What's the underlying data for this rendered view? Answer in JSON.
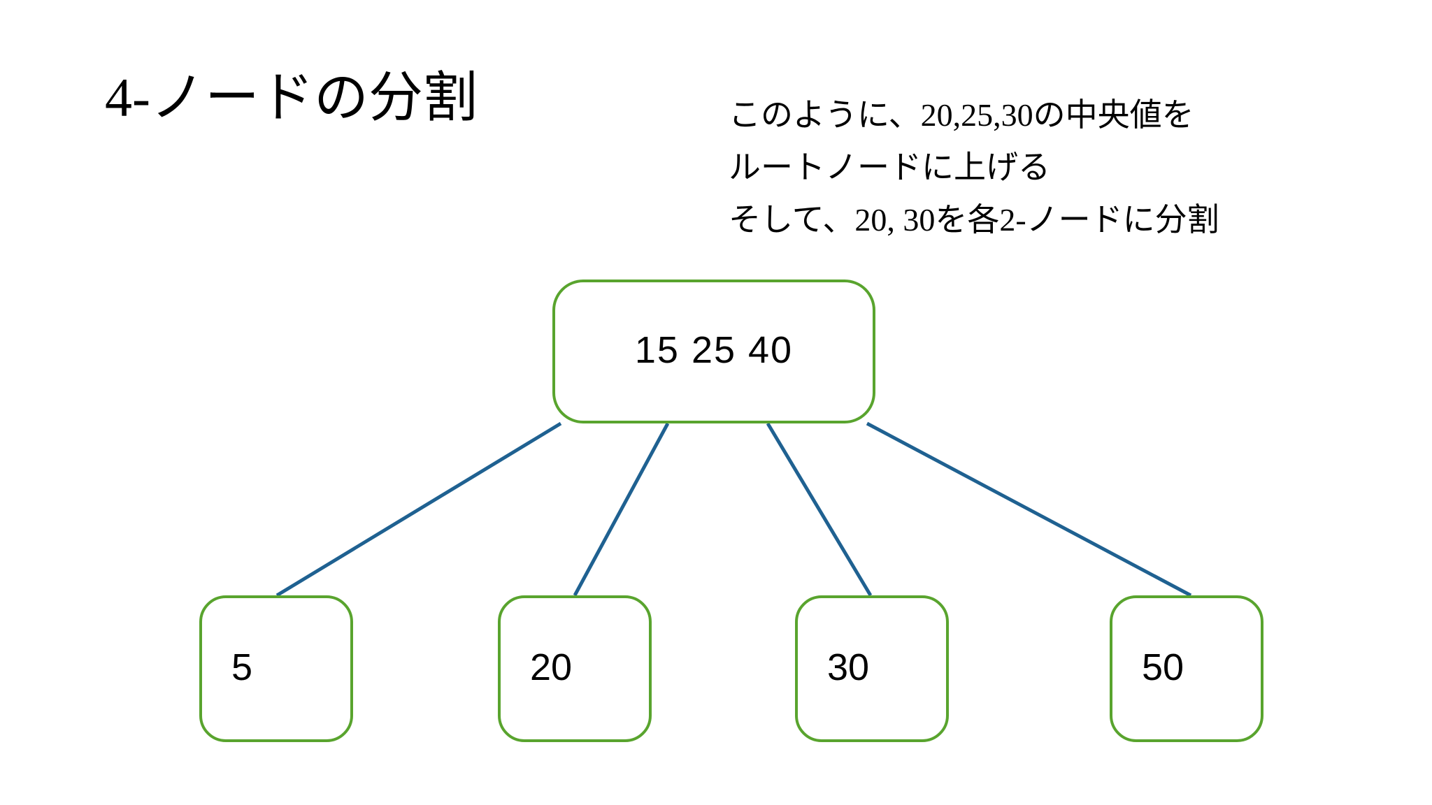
{
  "slide": {
    "title": "4-ノードの分割",
    "background_color": "#ffffff",
    "body_lines": [
      "このように、20,25,30の中央値を",
      "ルートノードに上げる",
      "そして、20, 30を各2-ノードに分割"
    ]
  },
  "colors": {
    "node_border": "#59A42E",
    "connector": "#1F6191",
    "text": "#000000",
    "node_fill": "#ffffff"
  },
  "tree": {
    "root": {
      "label": "15 25 40",
      "keys": [
        "15",
        "25",
        "40"
      ]
    },
    "leaves": [
      {
        "label": "5"
      },
      {
        "label": "20"
      },
      {
        "label": "30"
      },
      {
        "label": "50"
      }
    ],
    "edges": [
      {
        "from": "root",
        "to": "leaf-0"
      },
      {
        "from": "root",
        "to": "leaf-1"
      },
      {
        "from": "root",
        "to": "leaf-2"
      },
      {
        "from": "root",
        "to": "leaf-3"
      }
    ]
  }
}
